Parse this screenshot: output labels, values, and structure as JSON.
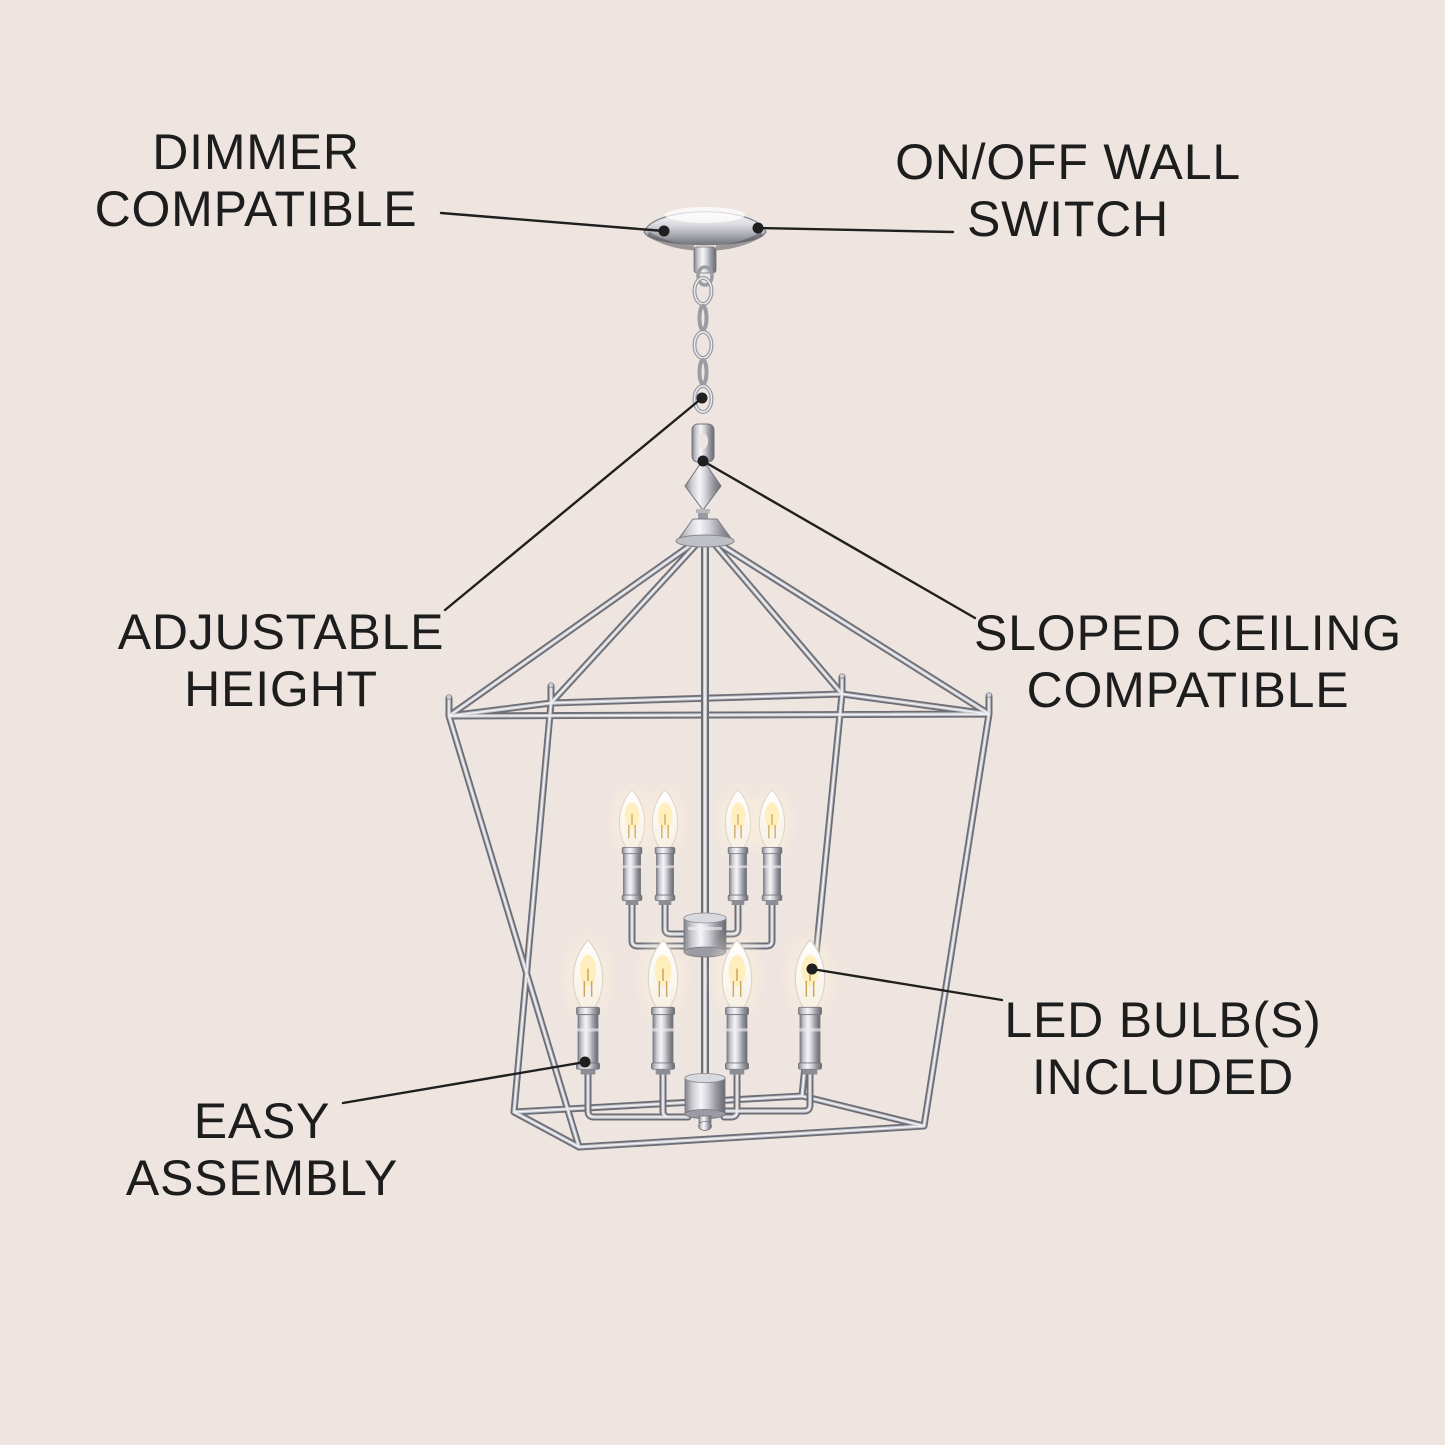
{
  "colors": {
    "background": "#efe5e0",
    "text": "#1d1d1d",
    "leader_line": "#1f1f1f",
    "chrome": "#c8c9cf",
    "bulb_glow": "#fff3cf"
  },
  "illustration": {
    "subject": "chrome-lantern-pendant-chandelier",
    "bulb_count": 8,
    "style": "cage lantern pendant with candelabra LED bulbs, ceiling canopy and hanging chain"
  },
  "callouts": {
    "dimmer": {
      "line1": "DIMMER",
      "line2": "COMPATIBLE"
    },
    "wall_switch": {
      "line1": "ON/OFF WALL",
      "line2": "SWITCH"
    },
    "adjustable": {
      "line1": "ADJUSTABLE",
      "line2": "HEIGHT"
    },
    "sloped": {
      "line1": "SLOPED CEILING",
      "line2": "COMPATIBLE"
    },
    "led": {
      "line1": "LED BULB(S)",
      "line2": "INCLUDED"
    },
    "easy": {
      "line1": "EASY",
      "line2": "ASSEMBLY"
    }
  }
}
